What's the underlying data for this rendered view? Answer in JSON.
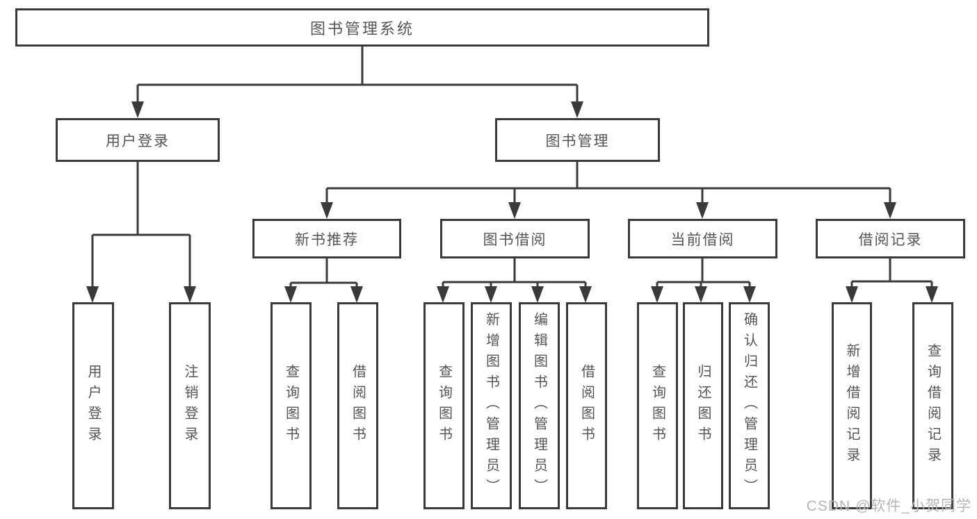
{
  "tree": {
    "root": {
      "label": "图书管理系统"
    },
    "branches": [
      {
        "label": "用户登录",
        "children": [
          {
            "label": "用户登录"
          },
          {
            "label": "注销登录"
          }
        ]
      },
      {
        "label": "图书管理",
        "children": [
          {
            "label": "新书推荐",
            "children": [
              {
                "label": "查询图书"
              },
              {
                "label": "借阅图书"
              }
            ]
          },
          {
            "label": "图书借阅",
            "children": [
              {
                "label": "查询图书"
              },
              {
                "label": "新增图书（管理员）"
              },
              {
                "label": "编辑图书（管理员）"
              },
              {
                "label": "借阅图书"
              }
            ]
          },
          {
            "label": "当前借阅",
            "children": [
              {
                "label": "查询图书"
              },
              {
                "label": "归还图书"
              },
              {
                "label": "确认归还（管理员）"
              }
            ]
          },
          {
            "label": "借阅记录",
            "children": [
              {
                "label": "新增借阅记录"
              },
              {
                "label": "查询借阅记录"
              }
            ]
          }
        ]
      }
    ]
  },
  "watermark": "CSDN @软件_小贺同学",
  "colors": {
    "line": "#3a3a3a",
    "text": "#555555",
    "watermark": "#b5b5b5",
    "background": "#ffffff"
  }
}
